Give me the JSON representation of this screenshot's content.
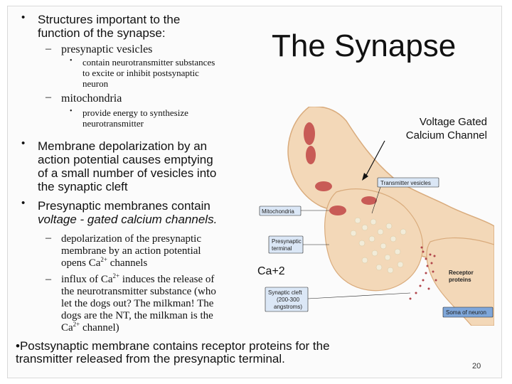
{
  "slide": {
    "title": "The Synapse",
    "page_number": "20",
    "bullets": {
      "structures": {
        "line1": "Structures important to the",
        "line2": "function of the synapse:"
      },
      "vesicles": {
        "label": "presynaptic vesicles",
        "detail": [
          "contain neurotransmitter substances",
          "to excite or inhibit postsynaptic",
          "neuron"
        ]
      },
      "mitochondria": {
        "label": "mitochondria",
        "detail": [
          "provide energy to synthesize",
          "neurotransmitter"
        ]
      },
      "depolarization": {
        "lines": [
          "Membrane depolarization by an",
          "action potential causes emptying",
          "of a small number of vesicles into",
          "the synaptic cleft"
        ]
      },
      "channels": {
        "line1": "Presynaptic membranes contain",
        "line2": "voltage - gated calcium channels."
      },
      "depol_detail": {
        "lines": [
          "depolarization of the presynaptic",
          "membrane by an action potential"
        ],
        "line3_pre": "opens Ca",
        "line3_sup": "2+",
        "line3_post": " channels"
      },
      "influx": {
        "line1_pre": "influx of Ca",
        "line1_sup": "2+",
        "line1_post": " induces the release of",
        "lines": [
          "the neurotransmitter substance (who",
          "let the dogs out? The milkman! The",
          "dogs are the NT, the milkman is the"
        ],
        "last_pre": "Ca",
        "last_sup": "2+",
        "last_post": " channel)"
      },
      "postsynaptic": {
        "line1": "•Postsynaptic membrane contains receptor proteins for the",
        "line2": "transmitter released from the presynaptic terminal."
      }
    },
    "callouts": {
      "voltage_gated": [
        "Voltage Gated",
        "Calcium Channel"
      ],
      "ca2": "Ca+2"
    },
    "diagram": {
      "labels": {
        "transmitter_vesicles": "Transmitter vesicles",
        "mitochondria": "Mitochondria",
        "presynaptic_terminal": [
          "Presynaptic",
          "terminal"
        ],
        "receptor_proteins": [
          "Receptor",
          "proteins"
        ],
        "synaptic_cleft": [
          "Synaptic cleft",
          "(200-300",
          "angstroms)"
        ],
        "soma": "Soma of neuron"
      }
    },
    "colors": {
      "neuron_fill": "#f3d8b8",
      "neuron_edge": "#d9ab7c",
      "mitochondria": "#c85b56",
      "vesicles": "#f2ecd9",
      "label_fill": "#dbe7f6",
      "soma_label_fill": "#7fa7da",
      "receptor_dots": "#b0454a"
    }
  }
}
